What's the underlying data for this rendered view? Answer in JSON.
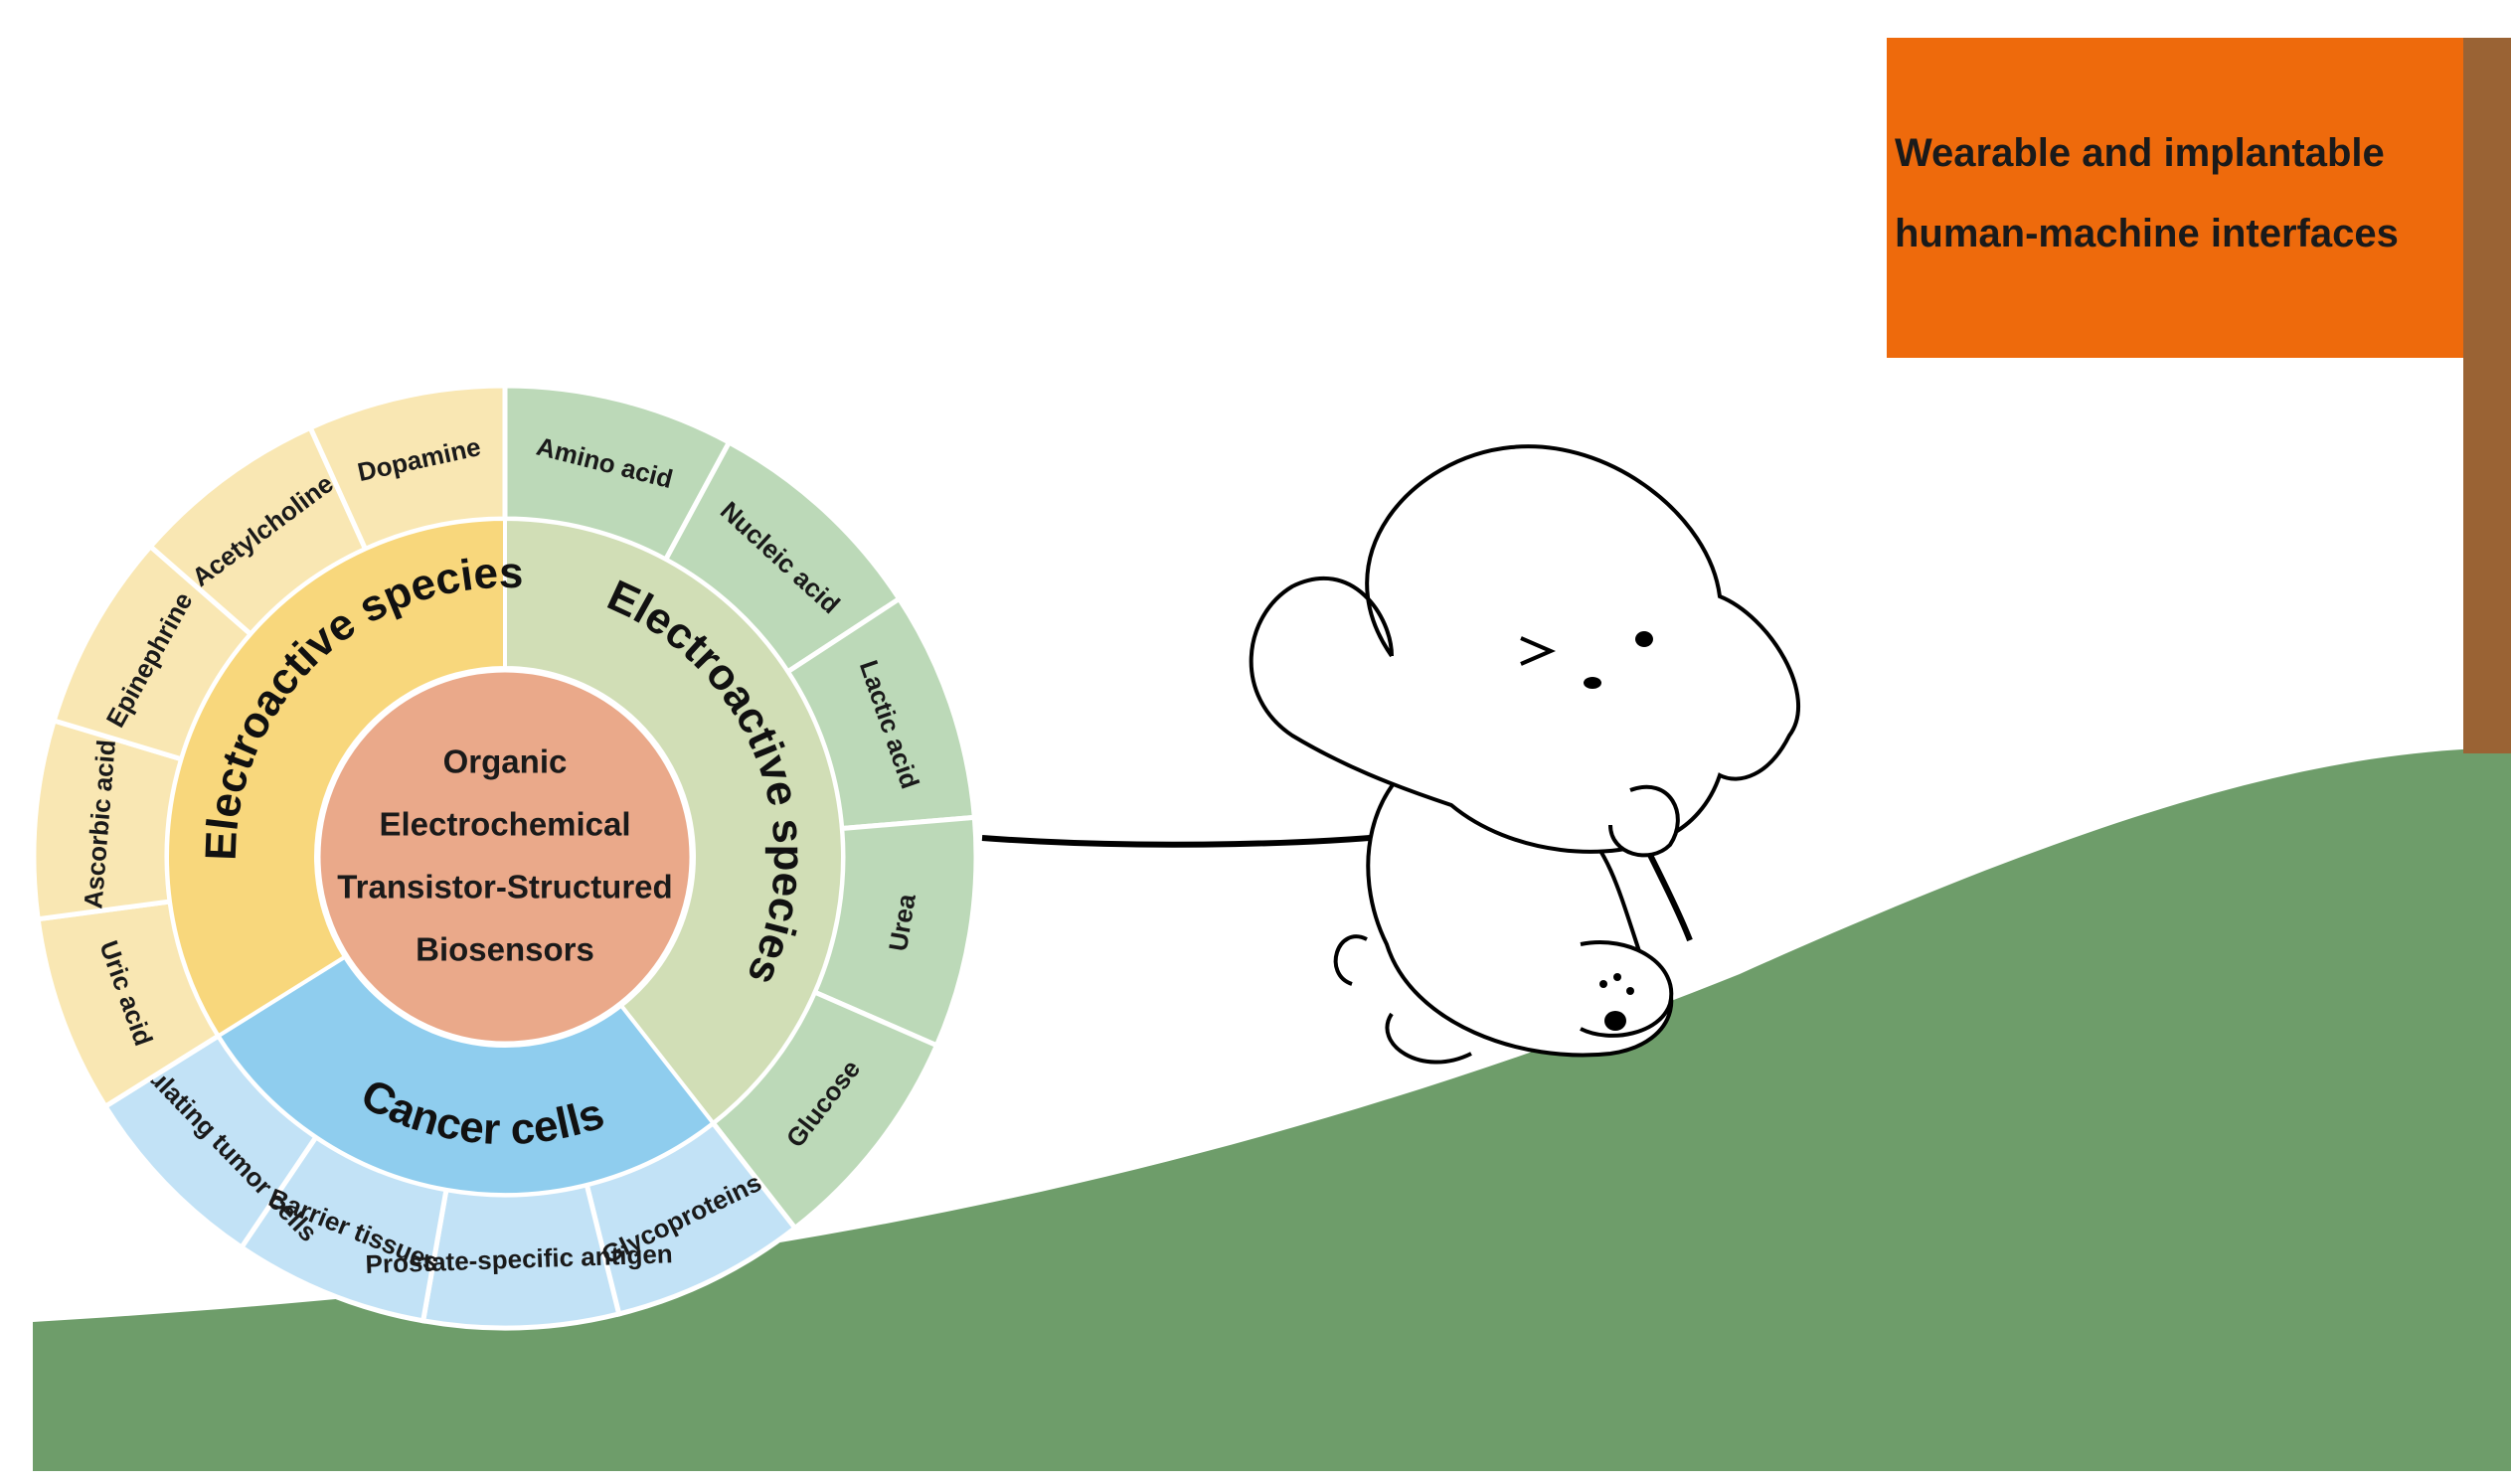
{
  "center": {
    "lines": [
      "Organic",
      "Electrochemical",
      "Transistor-Structured",
      "Biosensors"
    ]
  },
  "middle_ring": {
    "left_label": "Electroactive species",
    "right_label": "Electroactive species",
    "bottom_label": "Cancer cells"
  },
  "outer_ring": {
    "yellow_segments": [
      "Dopamine",
      "Acetylcholine",
      "Epinephrine",
      "Ascorbic acid",
      "Uric acid"
    ],
    "green_segments": [
      "Amino acid",
      "Nucleic acid",
      "Lactic acid",
      "Urea",
      "Glucose"
    ],
    "blue_segments": [
      "Glycoproteins",
      "Prostate-specific antigen",
      "Barrier tissues",
      "Circulating tumor cells"
    ]
  },
  "flag": {
    "line1": "Wearable and implantable",
    "line2": "human-machine interfaces"
  },
  "colors": {
    "yellow_outer": "#f9e7b3",
    "yellow_middle": "#f8d77c",
    "green_outer": "#bcd9b8",
    "green_middle": "#d1deb6",
    "blue_outer": "#c2e2f6",
    "blue_middle": "#8fcdee",
    "center": "#eaa98a",
    "hill": "#6e9d6a",
    "flag": "#ee6a0c",
    "pole": "#9a6334"
  }
}
